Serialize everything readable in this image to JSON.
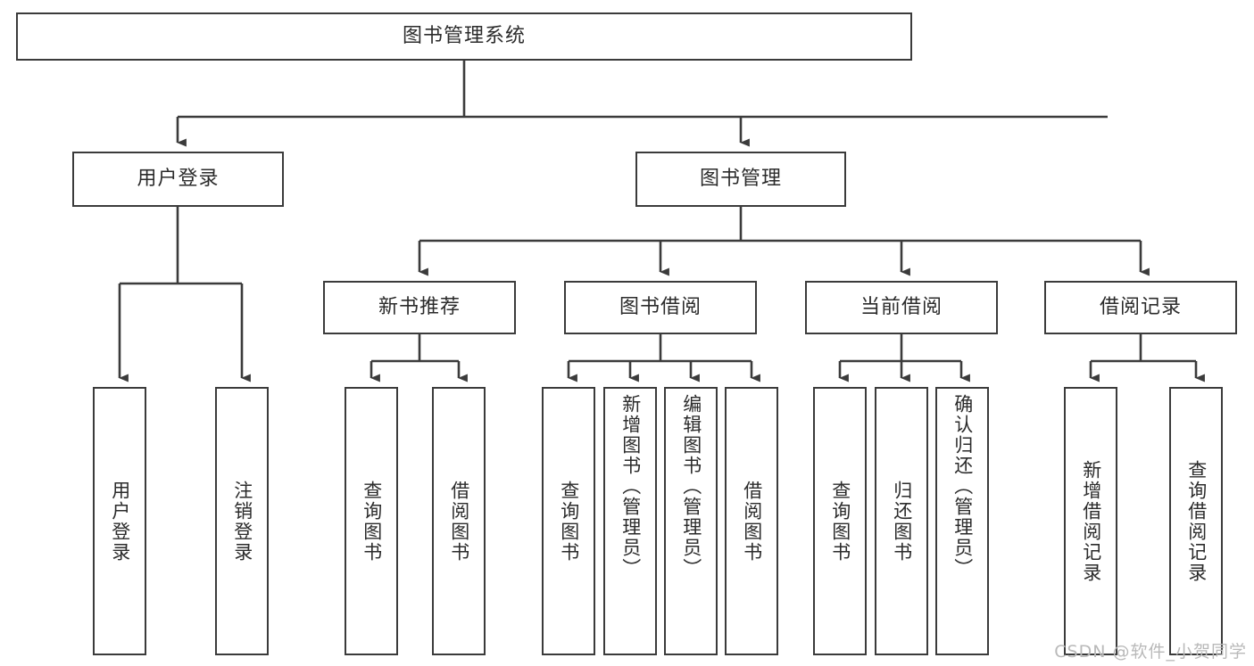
{
  "diagram": {
    "title": "图书管理系统",
    "type": "tree-hierarchy-chart",
    "watermark": "CSDN @软件_小贺同学",
    "colors": {
      "stroke": "#3b3b3b",
      "fill": "#ffffff",
      "text": "#2b2b2b",
      "watermark": "#b9b9b9"
    },
    "root": {
      "label": "图书管理系统"
    },
    "level2": [
      {
        "label": "用户登录"
      },
      {
        "label": "图书管理"
      }
    ],
    "level3": [
      {
        "label": "新书推荐"
      },
      {
        "label": "图书借阅"
      },
      {
        "label": "当前借阅"
      },
      {
        "label": "借阅记录"
      }
    ],
    "leaves": {
      "user_login": [
        {
          "label": "用户登录"
        },
        {
          "label": "注销登录"
        }
      ],
      "new_book_recommend": [
        {
          "label": "查询图书"
        },
        {
          "label": "借阅图书"
        }
      ],
      "book_borrow": [
        {
          "label": "查询图书"
        },
        {
          "label": "新增图书（管理员）"
        },
        {
          "label": "编辑图书（管理员）"
        },
        {
          "label": "借阅图书"
        }
      ],
      "current_borrow": [
        {
          "label": "查询图书"
        },
        {
          "label": "归还图书"
        },
        {
          "label": "确认归还（管理员）"
        }
      ],
      "borrow_record": [
        {
          "label": "新增借阅记录"
        },
        {
          "label": "查询借阅记录"
        }
      ]
    }
  }
}
